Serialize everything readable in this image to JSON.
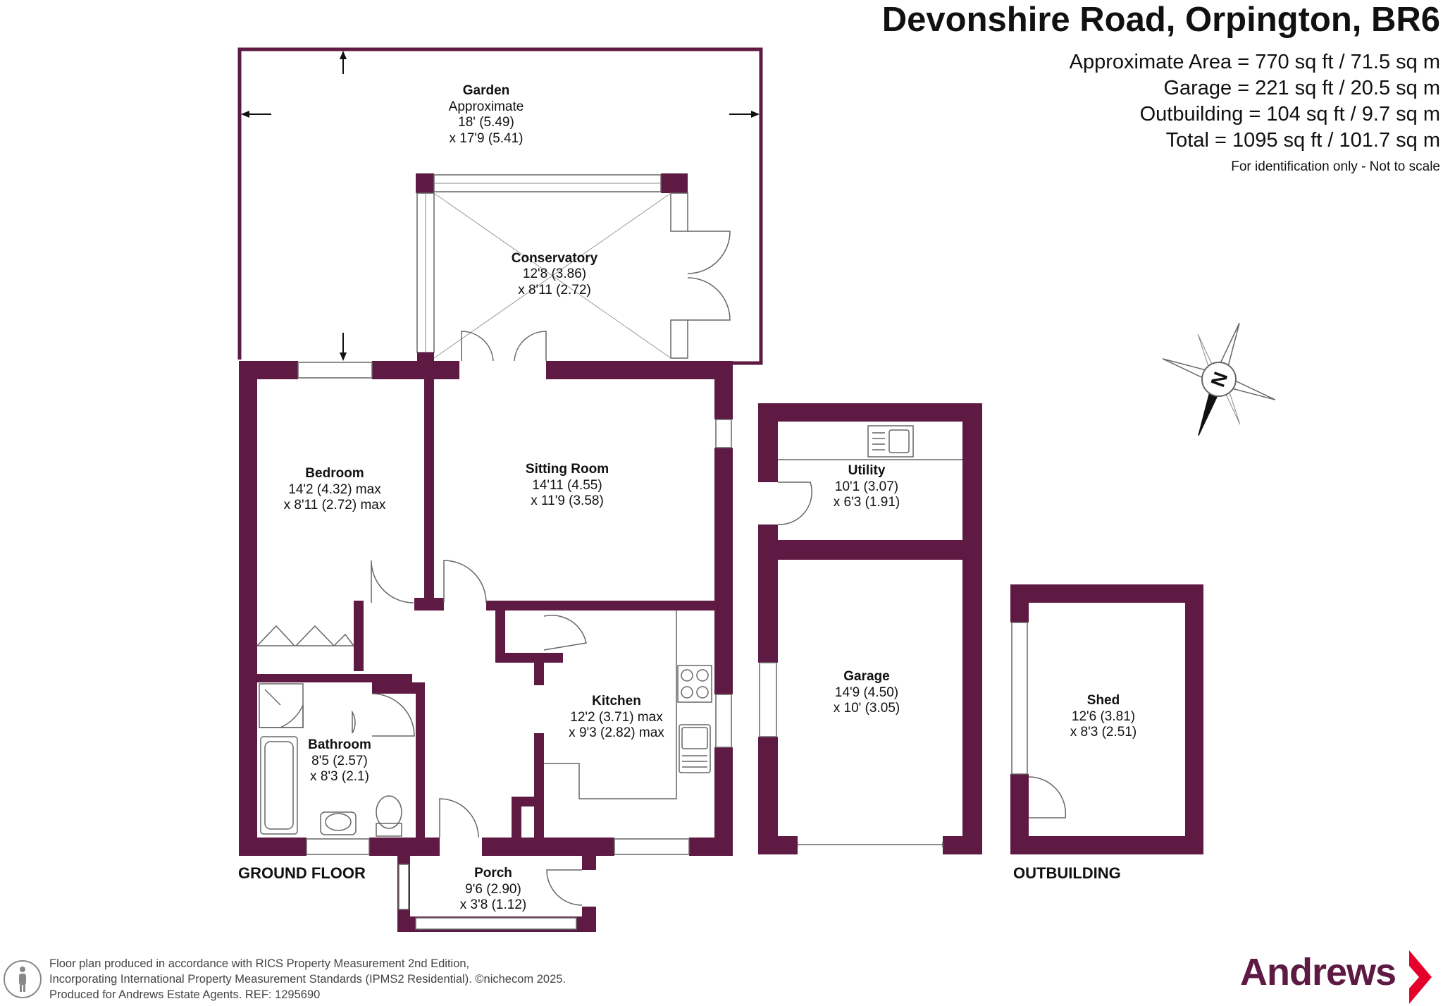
{
  "header": {
    "title": "Devonshire Road, Orpington, BR6",
    "areas": [
      "Approximate Area = 770 sq ft / 71.5 sq m",
      "Garage = 221 sq ft / 20.5 sq m",
      "Outbuilding = 104 sq ft / 9.7 sq m",
      "Total = 1095 sq ft / 101.7 sq m"
    ],
    "disclaimer": "For identification only - Not to scale"
  },
  "rooms": {
    "garden": {
      "name": "Garden",
      "line1": "Approximate",
      "line2": "18' (5.49)",
      "line3": "x 17'9 (5.41)"
    },
    "conservatory": {
      "name": "Conservatory",
      "line1": "12'8 (3.86)",
      "line2": "x 8'11 (2.72)"
    },
    "bedroom": {
      "name": "Bedroom",
      "line1": "14'2 (4.32) max",
      "line2": "x 8'11 (2.72) max"
    },
    "sitting_room": {
      "name": "Sitting Room",
      "line1": "14'11 (4.55)",
      "line2": "x 11'9 (3.58)"
    },
    "kitchen": {
      "name": "Kitchen",
      "line1": "12'2 (3.71) max",
      "line2": "x 9'3 (2.82) max"
    },
    "bathroom": {
      "name": "Bathroom",
      "line1": "8'5 (2.57)",
      "line2": "x 8'3 (2.1)"
    },
    "porch": {
      "name": "Porch",
      "line1": "9'6 (2.90)",
      "line2": "x 3'8 (1.12)"
    },
    "utility": {
      "name": "Utility",
      "line1": "10'1 (3.07)",
      "line2": "x 6'3 (1.91)"
    },
    "garage": {
      "name": "Garage",
      "line1": "14'9 (4.50)",
      "line2": "x 10' (3.05)"
    },
    "shed": {
      "name": "Shed",
      "line1": "12'6 (3.81)",
      "line2": "x 8'3 (2.51)"
    }
  },
  "sections": {
    "ground_floor": "GROUND FLOOR",
    "outbuilding": "OUTBUILDING"
  },
  "compass": {
    "label": "N"
  },
  "footer": {
    "lines": [
      "Floor plan produced in accordance with RICS Property Measurement 2nd Edition,",
      "Incorporating International Property Measurement Standards (IPMS2 Residential).   ©nichecom 2025.",
      "Produced for Andrews Estate Agents.    REF: 1295690"
    ],
    "brand": "Andrews"
  },
  "colors": {
    "wall": "#5f1a43",
    "brand": "#5f1a43",
    "brand_accent": "#e4002b"
  }
}
